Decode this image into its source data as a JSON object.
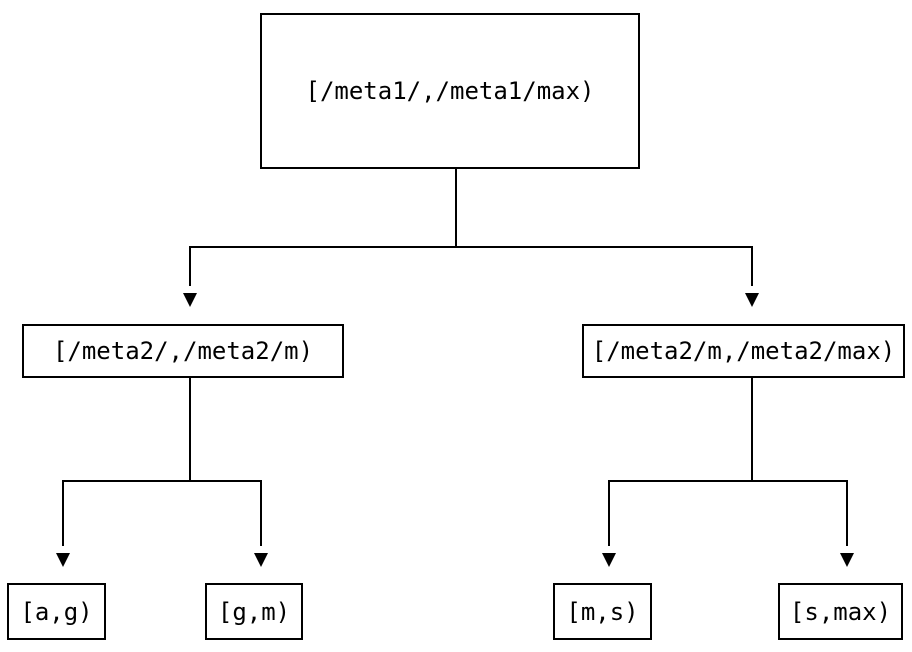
{
  "diagram": {
    "type": "tree",
    "direction": "top-down",
    "colors": {
      "background": "#ffffff",
      "line": "#000000",
      "text": "#000000",
      "node_fill": "#ffffff"
    },
    "nodes": {
      "root": {
        "label": "[/meta1/,/meta1/max)"
      },
      "meta2_low": {
        "label": "[/meta2/,/meta2/m)"
      },
      "meta2_high": {
        "label": "[/meta2/m,/meta2/max)"
      },
      "leaf_a_g": {
        "label": "[a,g)"
      },
      "leaf_g_m": {
        "label": "[g,m)"
      },
      "leaf_m_s": {
        "label": "[m,s)"
      },
      "leaf_s_max": {
        "label": "[s,max)"
      }
    },
    "edges": [
      {
        "from": "root",
        "to": "meta2_low",
        "arrow": "down"
      },
      {
        "from": "root",
        "to": "meta2_high",
        "arrow": "down"
      },
      {
        "from": "meta2_low",
        "to": "leaf_a_g",
        "arrow": "down"
      },
      {
        "from": "meta2_low",
        "to": "leaf_g_m",
        "arrow": "down"
      },
      {
        "from": "meta2_high",
        "to": "leaf_m_s",
        "arrow": "down"
      },
      {
        "from": "meta2_high",
        "to": "leaf_s_max",
        "arrow": "down"
      }
    ]
  }
}
